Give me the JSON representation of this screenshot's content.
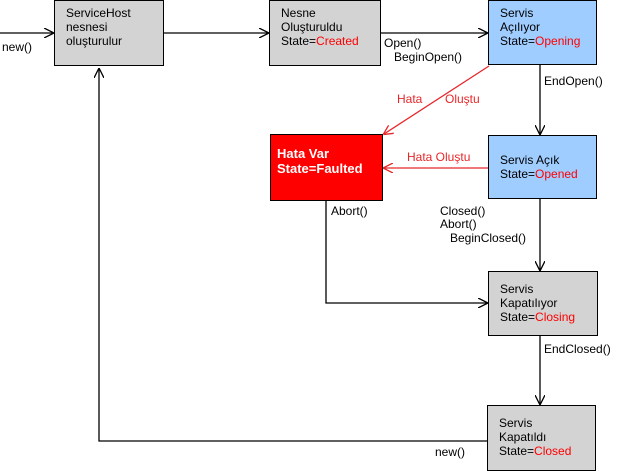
{
  "colors": {
    "grey_box": "#d3d3d3",
    "blue_box": "#9fcdff",
    "faulted_box": "#ff0000",
    "state_text": "#ff0000",
    "error_arrow": "#e8262a",
    "arrow": "#000000"
  },
  "boxes": {
    "servicehost": {
      "lines": [
        "ServiceHost",
        "nesnesi",
        "oluşturulur"
      ]
    },
    "created": {
      "line1": "Nesne",
      "line2": "Oluşturuldu",
      "state_prefix": "State=",
      "state": "Created"
    },
    "opening": {
      "line1": "Servis",
      "line2": "Açılıyor",
      "state_prefix": "State=",
      "state": "Opening"
    },
    "opened": {
      "line1": "Servis Açık",
      "state_prefix": "State=",
      "state": "Opened"
    },
    "faulted": {
      "line1": "Hata Var",
      "line2": "State=Faulted"
    },
    "closing": {
      "line1": "Servis",
      "line2": "Kapatılıyor",
      "state_prefix": "State=",
      "state": "Closing"
    },
    "closed": {
      "line1": "Servis",
      "line2": "Kapatıldı",
      "state_prefix": "State=",
      "state": "Closed"
    }
  },
  "labels": {
    "new_left": "new()",
    "open": "Open()",
    "begin_open": "BeginOpen()",
    "end_open": "EndOpen()",
    "hata_diag_1": "Hata",
    "hata_diag_2": "Oluştu",
    "hata_horiz": "Hata Oluştu",
    "abort": "Abort()",
    "closed_call": "Closed()",
    "abort2": "Abort()",
    "begin_closed": "BeginClosed()",
    "end_closed": "EndClosed()",
    "new_bottom": "new()"
  }
}
